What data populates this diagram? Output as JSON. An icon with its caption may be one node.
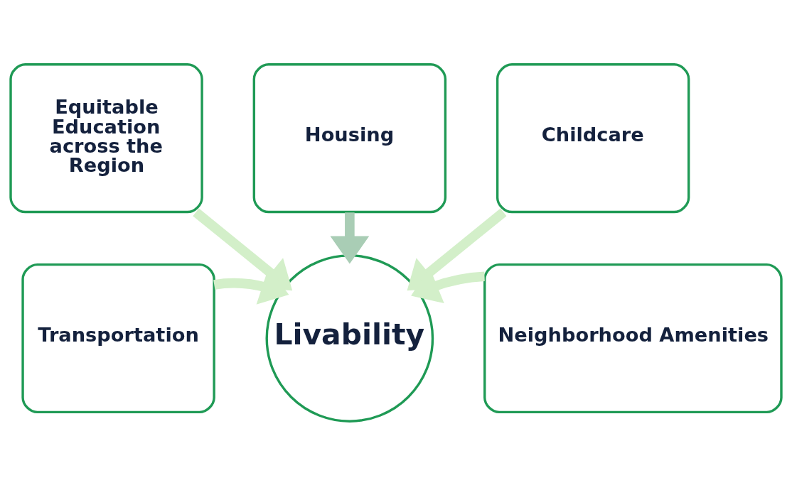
{
  "diagram": {
    "nodes": [
      {
        "text": [
          "Housing"
        ]
      },
      {
        "text": [
          "Equitable Education across the Region"
        ]
      },
      {
        "text": [
          "Childcare"
        ]
      },
      {
        "text": [
          "Transportation"
        ]
      },
      {
        "text": [
          "Livability"
        ]
      },
      {
        "text": [
          "Neighborhood Amenities"
        ]
      }
    ],
    "edges": [
      {
        "from": 0,
        "to": 4,
        "arrow": "to",
        "color": "#a9cdb5"
      },
      {
        "from": 1,
        "to": 4,
        "arrow": "to"
      },
      {
        "from": 2,
        "to": 4,
        "arrow": "to"
      },
      {
        "from": 3,
        "to": 4,
        "arrow": "to"
      },
      {
        "from": 5,
        "to": 4,
        "arrow": "to"
      }
    ]
  }
}
